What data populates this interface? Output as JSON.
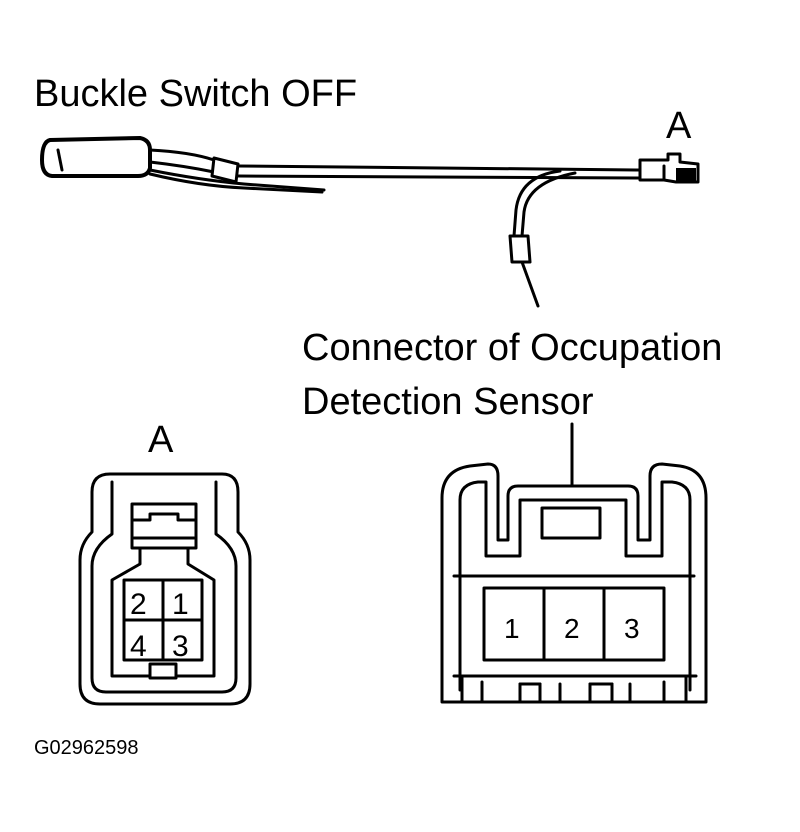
{
  "labels": {
    "buckle_switch": "Buckle Switch OFF",
    "connector_a_top": "A",
    "sensor_line1": "Connector of Occupation",
    "sensor_line2": "Detection Sensor",
    "connector_a_detail": "A",
    "figure_code": "G02962598"
  },
  "connector_a_pins": [
    "2",
    "1",
    "4",
    "3"
  ],
  "sensor_pins": [
    "1",
    "2",
    "3"
  ]
}
